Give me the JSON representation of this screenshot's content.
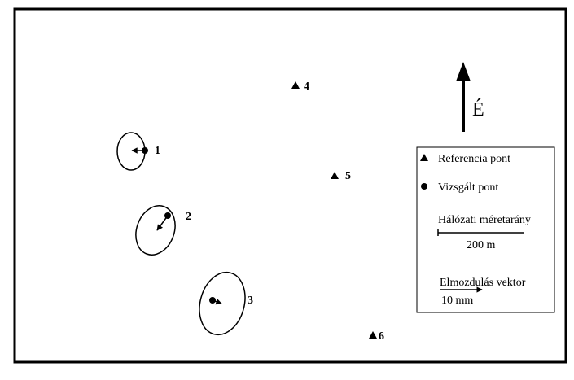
{
  "diagram": {
    "north_label": "É",
    "points": [
      {
        "id": "1",
        "label": "1",
        "kind": "examined"
      },
      {
        "id": "2",
        "label": "2",
        "kind": "examined"
      },
      {
        "id": "3",
        "label": "3",
        "kind": "examined"
      },
      {
        "id": "4",
        "label": "4",
        "kind": "reference"
      },
      {
        "id": "5",
        "label": "5",
        "kind": "reference"
      },
      {
        "id": "6",
        "label": "6",
        "kind": "reference"
      }
    ],
    "legend": {
      "reference_label": "Referencia pont",
      "examined_label": "Vizsgált pont",
      "scale_title": "Hálózati méretarány",
      "scale_value": "200 m",
      "vector_title": "Elmozdulás vektor",
      "vector_value": "10 mm"
    }
  },
  "colors": {
    "ink": "#000000",
    "background": "#ffffff"
  }
}
